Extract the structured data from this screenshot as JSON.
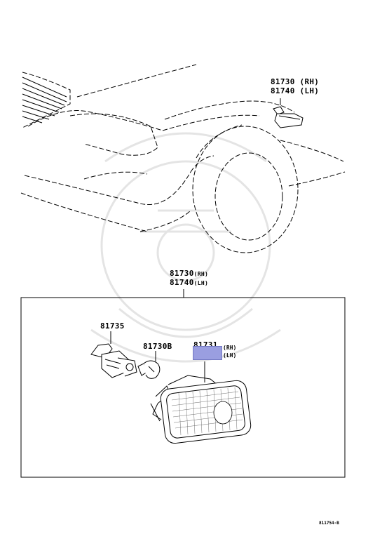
{
  "labels": {
    "top_rh": "81730 (RH)",
    "top_lh": "81740 (LH)",
    "assy_num_rh": "81730",
    "assy_suffix_rh": "(RH)",
    "assy_num_lh": "81740",
    "assy_suffix_lh": "(LH)",
    "socket": "81735",
    "bulb": "81730B",
    "lens_num": "81731",
    "lens_rh": "(RH)",
    "lens_lh": "(LH)",
    "diagram_id": "811754-B"
  },
  "colors": {
    "line": "#000000",
    "highlight": "#9a9ee0"
  }
}
